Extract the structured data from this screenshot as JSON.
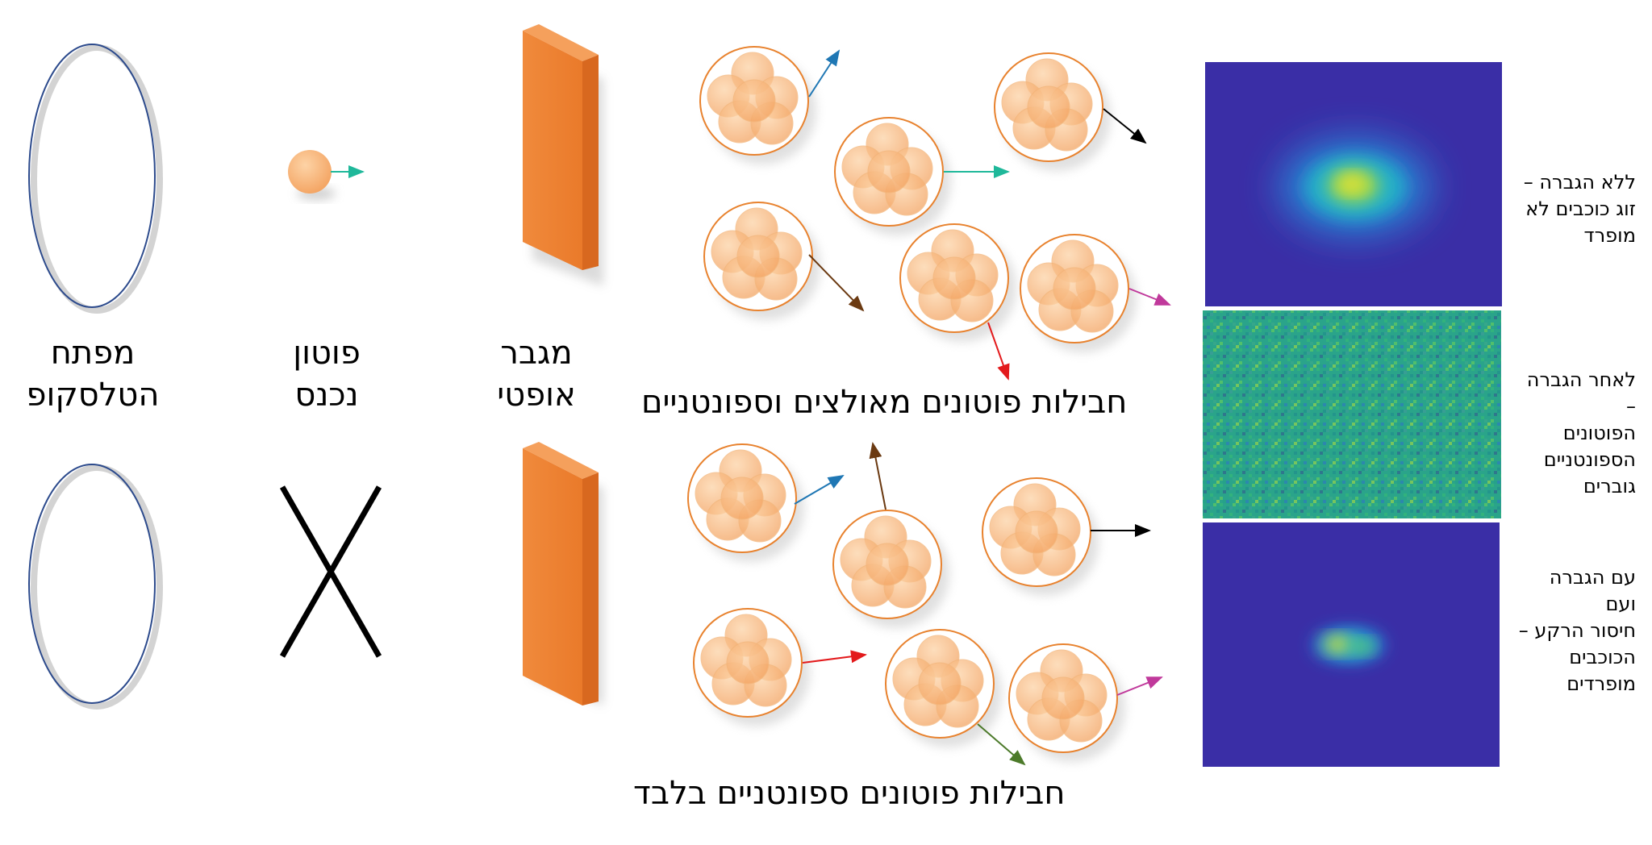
{
  "labels": {
    "telescope_mirror": [
      "מפתח",
      "הטלסקופ"
    ],
    "incoming_photon": [
      "פוטון",
      "נכנס"
    ],
    "optical_amplifier": [
      "מגבר",
      "אופטי"
    ]
  },
  "captions": {
    "stimulated_and_spontaneous": "חבילות פוטונים מאולצים וספונטניים",
    "spontaneous_only": "חבילות פוטונים ספונטניים בלבד"
  },
  "panels": [
    {
      "text": [
        "ללא הגברה –",
        "זוג כוכבים לא",
        "מופרד"
      ],
      "kind": "single-blob"
    },
    {
      "text": [
        "לאחר הגברה –",
        "הפוטונים",
        "הספונטניים",
        "גוברים"
      ],
      "kind": "noise"
    },
    {
      "text": [
        "עם הגברה ועם",
        "חיסור הרקע –",
        "הכוכבים",
        "מופרדים"
      ],
      "kind": "separated-pair"
    }
  ],
  "colors": {
    "mirror_stroke": "#2c4a8c",
    "amplifier": "#ed7d31",
    "bundle_stroke": "#e8822e",
    "arrow_teal": "#1fb89a",
    "arrow_blue": "#1f77b4",
    "arrow_brown": "#6b3a12",
    "arrow_red": "#e31a1c",
    "arrow_magenta": "#c0399b",
    "arrow_green": "#4c7a2a",
    "arrow_black": "#000000",
    "panel_background": "#3b2fa8"
  }
}
